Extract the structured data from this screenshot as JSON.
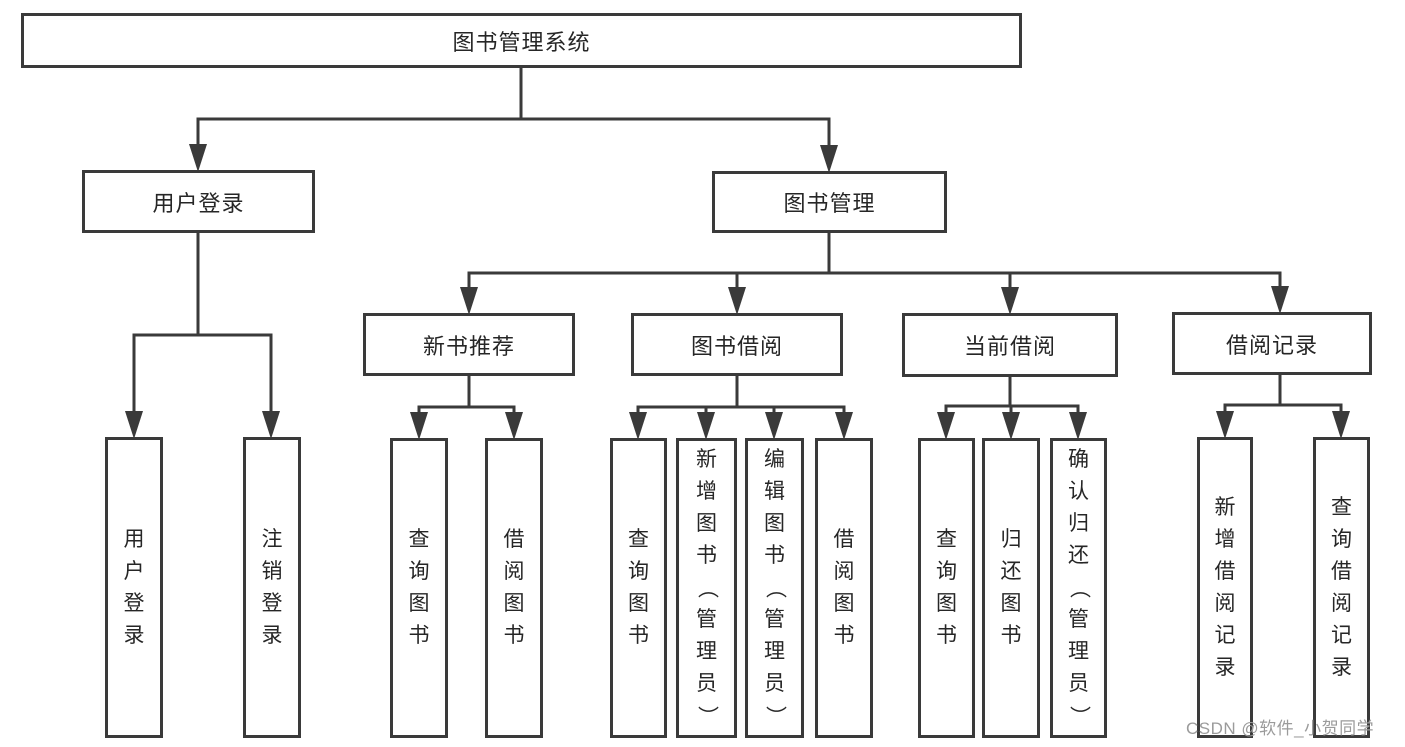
{
  "tree": {
    "root": "图书管理系统",
    "branches": [
      {
        "label": "用户登录",
        "children": [
          "用户登录",
          "注销登录"
        ]
      },
      {
        "label": "图书管理",
        "groups": [
          {
            "label": "新书推荐",
            "children": [
              "查询图书",
              "借阅图书"
            ]
          },
          {
            "label": "图书借阅",
            "children": [
              "查询图书",
              "新增图书（管理员）",
              "编辑图书（管理员）",
              "借阅图书"
            ]
          },
          {
            "label": "当前借阅",
            "children": [
              "查询图书",
              "归还图书",
              "确认归还（管理员）"
            ]
          },
          {
            "label": "借阅记录",
            "children": [
              "新增借阅记录",
              "查询借阅记录"
            ]
          }
        ]
      }
    ]
  },
  "watermark": {
    "text": "CSDN @软件_小贺同学"
  },
  "colors": {
    "line": "#3a3a3a",
    "box_border": "#3a3a3a",
    "box_background": "#ffffff",
    "text": "#262626",
    "watermark": "#9b9b9b",
    "page_background": "#ffffff"
  }
}
